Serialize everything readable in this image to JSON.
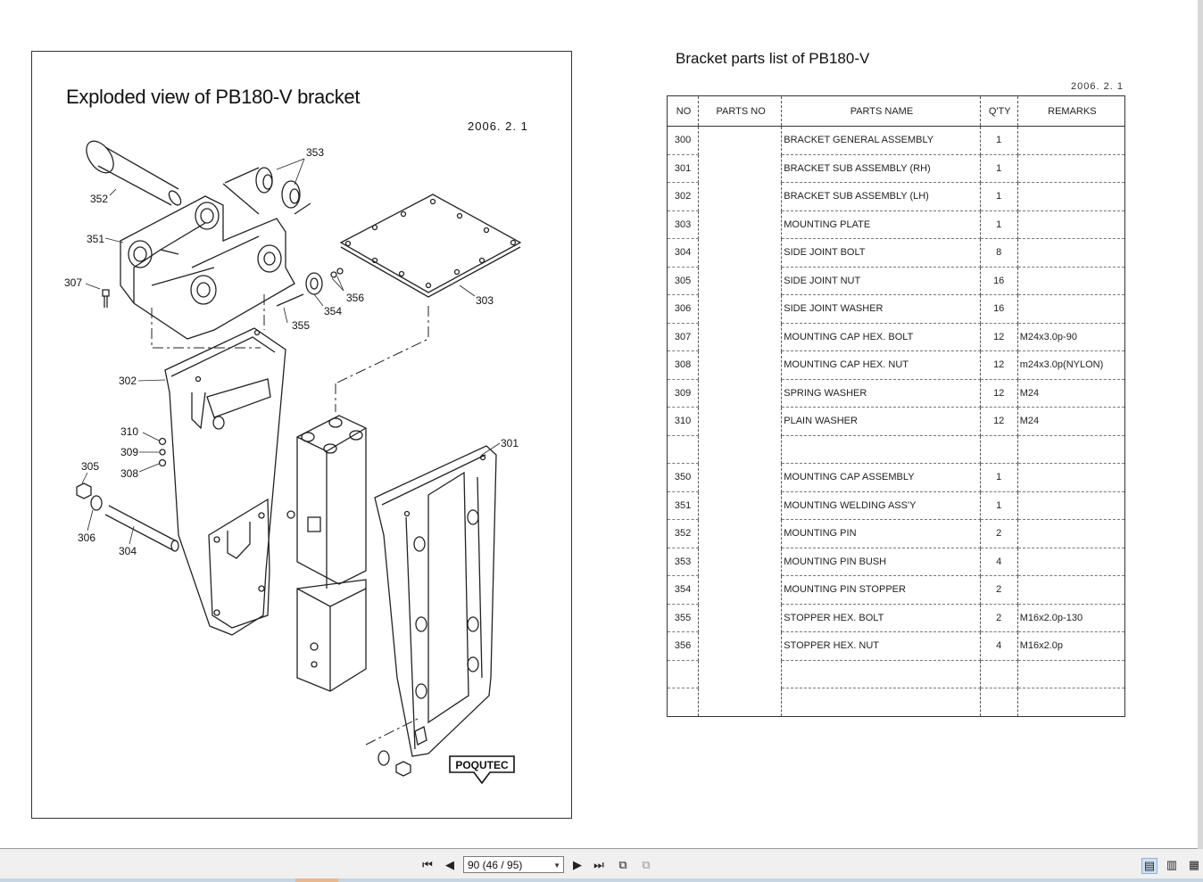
{
  "drawing": {
    "title": "Exploded view of PB180-V bracket",
    "date": "2006. 2. 1",
    "logo": "POQUTEC",
    "callouts": {
      "c352": "352",
      "c353": "353",
      "c351": "351",
      "c307": "307",
      "c356": "356",
      "c303": "303",
      "c354": "354",
      "c355": "355",
      "c302": "302",
      "c310": "310",
      "c309": "309",
      "c308": "308",
      "c305": "305",
      "c306": "306",
      "c304": "304",
      "c301": "301"
    }
  },
  "parts_list": {
    "title": "Bracket parts list of PB180-V",
    "date": "2006. 2. 1",
    "columns": [
      "NO",
      "PARTS NO",
      "PARTS NAME",
      "Q'TY",
      "REMARKS"
    ],
    "rows": [
      {
        "no": "300",
        "pno": "",
        "name": "BRACKET GENERAL ASSEMBLY",
        "qty": "1",
        "remarks": ""
      },
      {
        "no": "301",
        "pno": "",
        "name": "BRACKET  SUB ASSEMBLY (RH)",
        "qty": "1",
        "remarks": ""
      },
      {
        "no": "302",
        "pno": "",
        "name": "BRACKET  SUB ASSEMBLY (LH)",
        "qty": "1",
        "remarks": ""
      },
      {
        "no": "303",
        "pno": "",
        "name": "MOUNTING  PLATE",
        "qty": "1",
        "remarks": ""
      },
      {
        "no": "304",
        "pno": "",
        "name": "SIDE JOINT BOLT",
        "qty": "8",
        "remarks": ""
      },
      {
        "no": "305",
        "pno": "",
        "name": "SIDE JOINT NUT",
        "qty": "16",
        "remarks": ""
      },
      {
        "no": "306",
        "pno": "",
        "name": "SIDE JOINT WASHER",
        "qty": "16",
        "remarks": ""
      },
      {
        "no": "307",
        "pno": "",
        "name": "MOUNTING CAP HEX. BOLT",
        "qty": "12",
        "remarks": "M24x3.0p-90"
      },
      {
        "no": "308",
        "pno": "",
        "name": "MOUNTING CAP HEX. NUT",
        "qty": "12",
        "remarks": "m24x3.0p(NYLON)"
      },
      {
        "no": "309",
        "pno": "",
        "name": "SPRING WASHER",
        "qty": "12",
        "remarks": "M24"
      },
      {
        "no": "310",
        "pno": "",
        "name": "PLAIN WASHER",
        "qty": "12",
        "remarks": "M24"
      },
      {
        "no": "",
        "pno": "",
        "name": "",
        "qty": "",
        "remarks": ""
      },
      {
        "no": "350",
        "pno": "",
        "name": "MOUNTING CAP ASSEMBLY",
        "qty": "1",
        "remarks": ""
      },
      {
        "no": "351",
        "pno": "",
        "name": "MOUNTING WELDING ASS'Y",
        "qty": "1",
        "remarks": ""
      },
      {
        "no": "352",
        "pno": "",
        "name": "MOUNTING PIN",
        "qty": "2",
        "remarks": ""
      },
      {
        "no": "353",
        "pno": "",
        "name": "MOUNTING PIN BUSH",
        "qty": "4",
        "remarks": ""
      },
      {
        "no": "354",
        "pno": "",
        "name": "MOUNTING PIN STOPPER",
        "qty": "2",
        "remarks": ""
      },
      {
        "no": "355",
        "pno": "",
        "name": "STOPPER HEX. BOLT",
        "qty": "2",
        "remarks": "M16x2.0p-130"
      },
      {
        "no": "356",
        "pno": "",
        "name": "STOPPER HEX. NUT",
        "qty": "4",
        "remarks": "M16x2.0p"
      },
      {
        "no": "",
        "pno": "",
        "name": "",
        "qty": "",
        "remarks": ""
      },
      {
        "no": "",
        "pno": "",
        "name": "",
        "qty": "",
        "remarks": ""
      }
    ]
  },
  "toolbar": {
    "page_value": "90 (46 / 95)",
    "icons": [
      "first-page-icon",
      "prev-page-icon",
      "next-page-icon",
      "last-page-icon",
      "prev-view-icon",
      "next-view-icon",
      "single-page-icon",
      "continuous-icon",
      "facing-icon"
    ]
  }
}
